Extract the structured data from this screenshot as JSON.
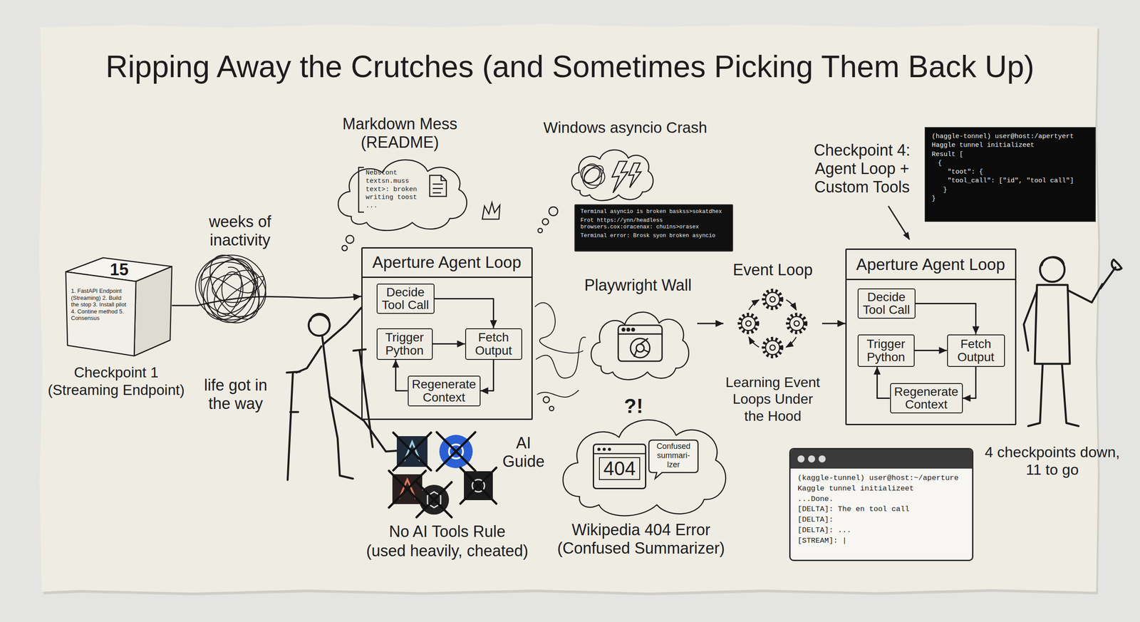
{
  "diagram": {
    "title": "Ripping Away the Crutches (and Sometimes Picking Them Back Up)",
    "nodes": [
      {
        "text": [
          "15",
          "1. FastAPI Endpoint (Streaming) 2. Build the stop 3. Install pilot 4. Contine method 5. Consensus",
          "Checkpoint 1 (Streaming Endpoint)"
        ]
      },
      {
        "text": [
          "Markdown Mess (README)",
          "Nebstont textsn.muss text>: broken writing toost ..."
        ]
      },
      {
        "text": [
          "Windows asyncio Crash"
        ]
      },
      {
        "text": [
          "Terminal asyncio is broken baskss>sokatdhex",
          "Frot https://ynn/headless browsers.cox:oracenax: chuins>orasex",
          "Terminal error: Brosk syon broken asyncio"
        ]
      },
      {
        "text": [
          "Aperture Agent Loop"
        ]
      },
      {
        "text": [
          "Decide Tool Call"
        ],
        "in": 4
      },
      {
        "text": [
          "Trigger Python"
        ],
        "in": 4
      },
      {
        "text": [
          "Fetch Output"
        ],
        "in": 4
      },
      {
        "text": [
          "Regenerate Context"
        ],
        "in": 4
      },
      {
        "text": [
          "Playwright Wall"
        ]
      },
      {
        "text": [
          "Event Loop",
          "Learning Event Loops Under the Hood"
        ]
      },
      {
        "text": [
          "(haggle-tonnel) user@host:/apertyert",
          "Haggle tunnel initializeet",
          "Result [",
          "{",
          "\"toot\": {",
          "\"tool_call\": [\"id\", \"tool call\"]",
          "}",
          "}"
        ]
      },
      {
        "text": [
          "Aperture Agent Loop"
        ]
      },
      {
        "text": [
          "Decide Tool Call"
        ],
        "in": 12
      },
      {
        "text": [
          "Trigger Python"
        ],
        "in": 12
      },
      {
        "text": [
          "Fetch Output"
        ],
        "in": 12
      },
      {
        "text": [
          "Regenerate Context"
        ],
        "in": 12
      },
      {
        "text": [
          "Wikipedia 404 Error (Confused Summarizer)"
        ]
      },
      {
        "text": [
          "404"
        ],
        "in": 17
      },
      {
        "text": [
          "Confused summari- lzer"
        ],
        "in": 17
      },
      {
        "text": [
          "(kaggle-tunnel) user@host:~/aperture",
          "Kaggle tunnel initializeet",
          "...Done.",
          "[DELTA]: The en tool call",
          "[DELTA]:",
          "[DELTA]: ...",
          "[STREAM]: |"
        ]
      }
    ],
    "edges": [
      {
        "from": 0,
        "to": 4,
        "arrow": "to"
      },
      {
        "from": 5,
        "to": 7,
        "arrow": "to"
      },
      {
        "from": 6,
        "to": 7,
        "arrow": "to"
      },
      {
        "from": 7,
        "to": 8,
        "arrow": "to"
      },
      {
        "from": 8,
        "to": 6,
        "arrow": "to"
      },
      {
        "from": 9,
        "to": 10,
        "arrow": "to"
      },
      {
        "from": 10,
        "to": 12,
        "arrow": "to"
      },
      {
        "from": 13,
        "to": 15,
        "arrow": "to"
      },
      {
        "from": 14,
        "to": 15,
        "arrow": "to"
      },
      {
        "from": 15,
        "to": 16,
        "arrow": "to"
      },
      {
        "from": 16,
        "to": 14,
        "arrow": "to"
      }
    ],
    "labels": [
      "weeks of inactivity",
      "life got in the way",
      "AI Guide",
      "No AI Tools Rule",
      "(used heavily, cheated)",
      "?!",
      "Checkpoint 4: Agent Loop + Custom Tools",
      "4 checkpoints down, 11 to go"
    ]
  }
}
